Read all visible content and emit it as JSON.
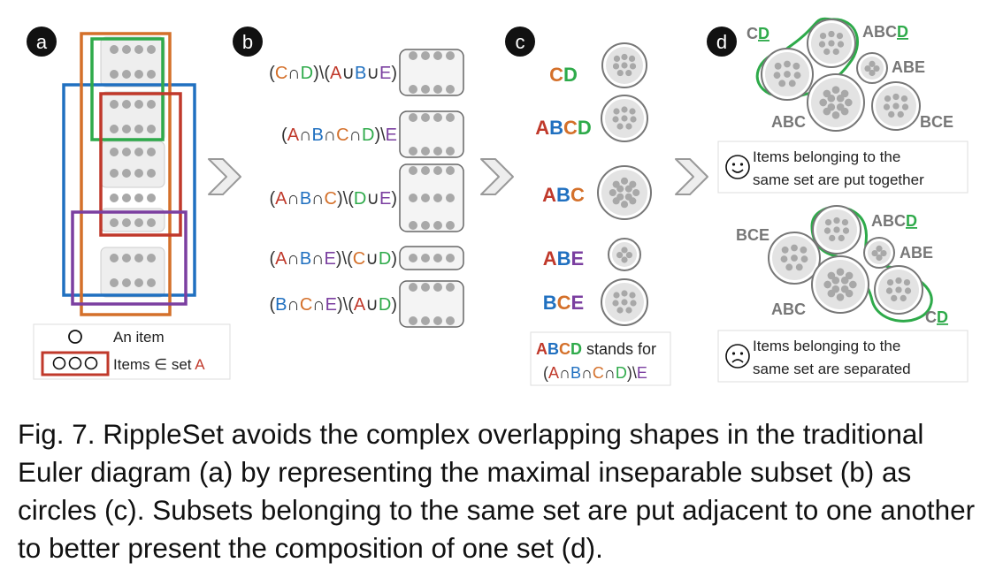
{
  "colors": {
    "A": "#c0392b",
    "B": "#2070c0",
    "C": "#d4702a",
    "D": "#2eaa4a",
    "E": "#7b3fa0",
    "op": "#333333",
    "circle_stroke": "#777777",
    "circle_fill": "#e3e3e3",
    "dot": "#a8a8a8",
    "highlight": "#2eaa4a"
  },
  "panels": {
    "a": {
      "label": "a"
    },
    "b": {
      "label": "b"
    },
    "c": {
      "label": "c"
    },
    "d": {
      "label": "d"
    }
  },
  "legend": {
    "item_text": "An item",
    "items_text": "Items ∈ set ",
    "set_letter": "A"
  },
  "subsets_b": [
    {
      "parts": [
        [
          "(",
          "op"
        ],
        [
          "C",
          "C"
        ],
        [
          "∩",
          "op"
        ],
        [
          "D",
          "D"
        ],
        [
          ")\\(",
          "op"
        ],
        [
          "A",
          "A"
        ],
        [
          "∪",
          "op"
        ],
        [
          "B",
          "B"
        ],
        [
          "∪",
          "op"
        ],
        [
          "E",
          "E"
        ],
        [
          ")",
          "op"
        ]
      ],
      "rows": 2,
      "cols": 4
    },
    {
      "parts": [
        [
          "(",
          "op"
        ],
        [
          "A",
          "A"
        ],
        [
          "∩",
          "op"
        ],
        [
          "B",
          "B"
        ],
        [
          "∩",
          "op"
        ],
        [
          "C",
          "C"
        ],
        [
          "∩",
          "op"
        ],
        [
          "D",
          "D"
        ],
        [
          ")\\",
          "op"
        ],
        [
          "E",
          "E"
        ]
      ],
      "rows": 2,
      "cols": 4
    },
    {
      "parts": [
        [
          "(",
          "op"
        ],
        [
          "A",
          "A"
        ],
        [
          "∩",
          "op"
        ],
        [
          "B",
          "B"
        ],
        [
          "∩",
          "op"
        ],
        [
          "C",
          "C"
        ],
        [
          ")\\(",
          "op"
        ],
        [
          "D",
          "D"
        ],
        [
          "∪",
          "op"
        ],
        [
          "E",
          "E"
        ],
        [
          ")",
          "op"
        ]
      ],
      "rows": 3,
      "cols": 4
    },
    {
      "parts": [
        [
          "(",
          "op"
        ],
        [
          "A",
          "A"
        ],
        [
          "∩",
          "op"
        ],
        [
          "B",
          "B"
        ],
        [
          "∩",
          "op"
        ],
        [
          "E",
          "E"
        ],
        [
          ")\\(",
          "op"
        ],
        [
          "C",
          "C"
        ],
        [
          "∪",
          "op"
        ],
        [
          "D",
          "D"
        ],
        [
          ")",
          "op"
        ]
      ],
      "rows": 1,
      "cols": 4
    },
    {
      "parts": [
        [
          "(",
          "op"
        ],
        [
          "B",
          "B"
        ],
        [
          "∩",
          "op"
        ],
        [
          "C",
          "C"
        ],
        [
          "∩",
          "op"
        ],
        [
          "E",
          "E"
        ],
        [
          ")\\(",
          "op"
        ],
        [
          "A",
          "A"
        ],
        [
          "∪",
          "op"
        ],
        [
          "D",
          "D"
        ],
        [
          ")",
          "op"
        ]
      ],
      "rows": 2,
      "cols": 4
    }
  ],
  "circles_c": [
    {
      "label": "CD",
      "n": 8
    },
    {
      "label": "ABCD",
      "n": 8
    },
    {
      "label": "ABC",
      "n": 12
    },
    {
      "label": "ABE",
      "n": 4
    },
    {
      "label": "BCE",
      "n": 8
    }
  ],
  "note_c": {
    "line1_prefix": "ABCD",
    "line1_suffix": " stands for",
    "line2_parts": [
      [
        "(",
        "op"
      ],
      [
        "A",
        "A"
      ],
      [
        "∩",
        "op"
      ],
      [
        "B",
        "B"
      ],
      [
        "∩",
        "op"
      ],
      [
        "C",
        "C"
      ],
      [
        "∩",
        "op"
      ],
      [
        "D",
        "D"
      ],
      [
        ")\\",
        "op"
      ],
      [
        "E",
        "E"
      ]
    ]
  },
  "cluster_d_top": {
    "labels": {
      "cd": "CD",
      "abcd": "ABCD",
      "abe": "ABE",
      "abc": "ABC",
      "bce": "BCE"
    },
    "message": [
      "Items belonging to the",
      "same set are put together"
    ],
    "face": "happy"
  },
  "cluster_d_bottom": {
    "labels": {
      "cd": "CD",
      "abcd": "ABCD",
      "abe": "ABE",
      "abc": "ABC",
      "bce": "BCE"
    },
    "message": [
      "Items belonging to the",
      "same set are separated"
    ],
    "face": "sad"
  },
  "caption": "Fig. 7. RippleSet avoids the complex overlapping shapes in the traditional Euler diagram (a) by representing the maximal inseparable subset (b) as circles (c). Subsets belonging to the same set are put adjacent to one another to better present the composition of one set (d)."
}
